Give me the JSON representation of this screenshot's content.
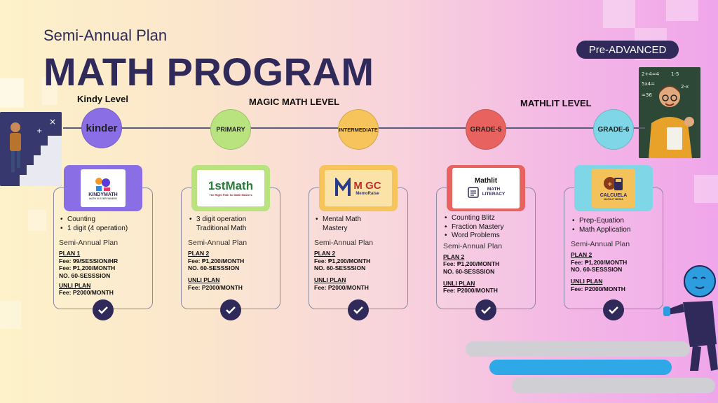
{
  "header": {
    "subtitle": "Semi-Annual Plan",
    "title": "MATH PROGRAM",
    "badge": "Pre-ADVANCED"
  },
  "levels": {
    "kindy": "Kindy Level",
    "magic": "MAGIC MATH LEVEL",
    "mathlit": "MATHLIT LEVEL"
  },
  "colors": {
    "navy": "#2f2a5a",
    "kinder": "#8a6ee6",
    "primary": "#b9e37f",
    "intermediate": "#f6c45a",
    "grade5": "#e8635f",
    "grade6": "#7fd6e6"
  },
  "stages": [
    {
      "node": "kinder",
      "logo_line1": "KINDYMATH",
      "logo_line2": "MATH IS EVERYWHERE",
      "bullets": [
        "Counting",
        "1 digit (4 operation)"
      ],
      "plan_sub": "Semi-Annual Plan",
      "plan_name": "PLAN 1",
      "fees": [
        "Fee: 99/SESSION/HR",
        "Fee: ₱1,200/MONTH",
        "NO. 60-SESSSION"
      ],
      "unli_name": "UNLI PLAN",
      "unli_fee": "Fee: P2000/MONTH"
    },
    {
      "node": "PRIMARY",
      "logo_line1": "1stMath",
      "logo_line2": "The Right Path for Math Masters",
      "bullets": [
        "3 digit operation Traditional Math"
      ],
      "plan_sub": "Semi-Annual Plan",
      "plan_name": "PLAN 2",
      "fees": [
        "Fee: ₱1,200/MONTH",
        "NO. 60-SESSSION"
      ],
      "unli_name": "UNLI PLAN",
      "unli_fee": "Fee: P2000/MONTH"
    },
    {
      "node": "INTERMEDIATE",
      "logo_line1": "M GC",
      "logo_line2": "MemoRaise",
      "bullets": [
        "Mental Math Mastery"
      ],
      "plan_sub": "Semi-Annual Plan",
      "plan_name": "PLAN 2",
      "fees": [
        "Fee: ₱1,200/MONTH",
        "NO. 60-SESSSION"
      ],
      "unli_name": "UNLI PLAN",
      "unli_fee": "Fee: P2000/MONTH"
    },
    {
      "node": "GRADE-5",
      "logo_title": "Mathlit",
      "logo_line1": "MATH",
      "logo_line2": "LITERACY",
      "bullets": [
        "Counting Blitz",
        "Fraction Mastery",
        "Word Problems"
      ],
      "plan_sub": "Semi-Annual Plan",
      "plan_name": "PLAN 2",
      "fees": [
        "Fee: ₱1,200/MONTH",
        "NO. 60-SESSSION"
      ],
      "unli_name": "UNLI PLAN",
      "unli_fee": "Fee: P2000/MONTH"
    },
    {
      "node": "GRADE-6",
      "logo_line1": "CALCUELA",
      "logo_line2": "MATHLIT MEDIA",
      "bullets": [
        "Prep-Equation",
        "Math Application"
      ],
      "plan_sub": "Semi-Annual Plan",
      "plan_name": "PLAN 2",
      "fees": [
        "Fee: ₱1,200/MONTH",
        "NO. 60-SESSSION"
      ],
      "unli_name": "UNLI PLAN",
      "unli_fee": "Fee: P2000/MONTH"
    }
  ],
  "icons": {
    "check": "check-icon",
    "boy_stairs": "boy-climbing-stairs-image",
    "boy_chalkboard": "boy-chalkboard-image",
    "mascot": "thinking-mascot-illustration"
  }
}
